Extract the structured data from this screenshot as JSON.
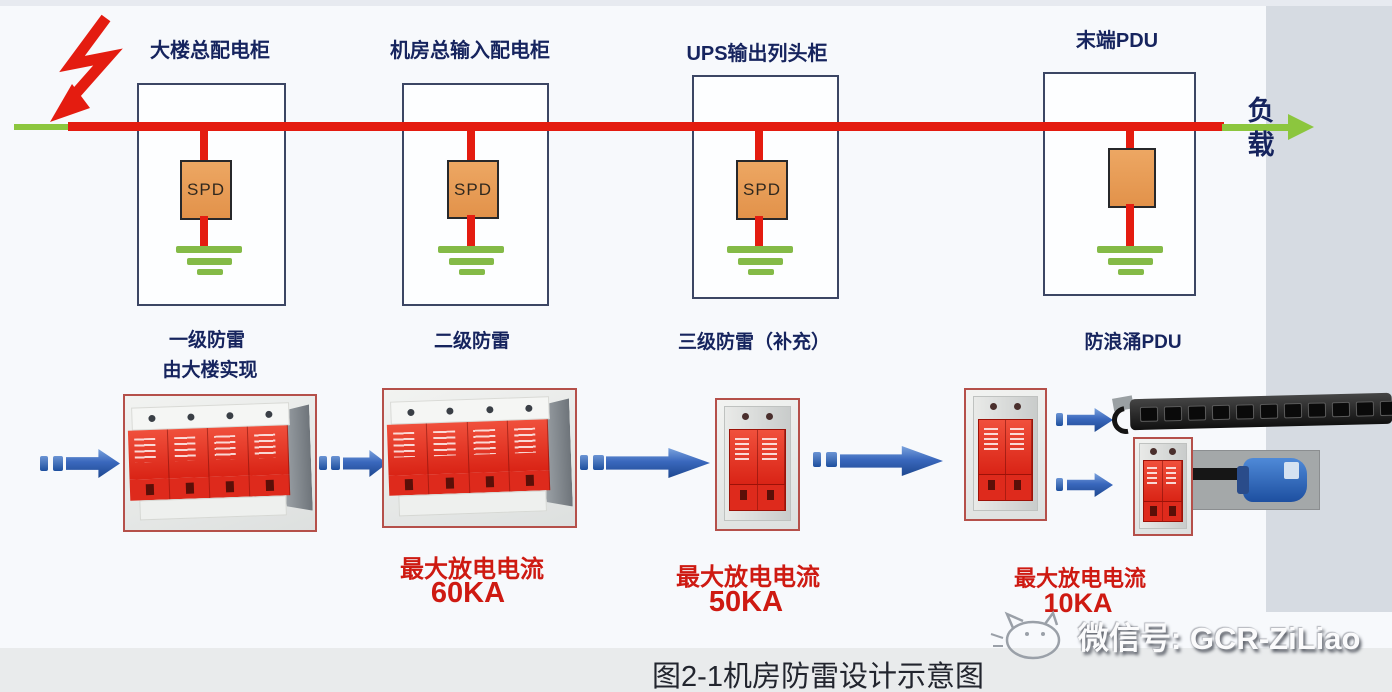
{
  "caption": "图2-1机房防雷设计示意图",
  "load_label": "负载",
  "spd_box_label": "SPD",
  "watermark": {
    "icon": "cat-sketch-icon",
    "text": "微信号: GCR-ZiLiao"
  },
  "stages": [
    {
      "cabinet_label": "大楼总配电柜",
      "protection_level": "一级防雷",
      "note": "由大楼实现"
    },
    {
      "cabinet_label": "机房总输入配电柜",
      "protection_level": "二级防雷",
      "rating_title": "最大放电电流",
      "rating_value": "60KA"
    },
    {
      "cabinet_label": "UPS输出列头柜",
      "protection_level": "三级防雷（补充）",
      "rating_title": "最大放电电流",
      "rating_value": "50KA"
    },
    {
      "cabinet_label": "末端PDU",
      "protection_level": "防浪涌PDU",
      "rating_title": "最大放电电流",
      "rating_value": "10KA"
    }
  ],
  "icons": {
    "lightning": "lightning-icon",
    "ground": "ground-icon",
    "flow_arrow": "flow-arrow-icon",
    "load_arrow": "load-arrow-icon",
    "watermark_logo": "cat-sketch-icon"
  },
  "colors": {
    "bus_red": "#e41c10",
    "bus_green": "#8cc63e",
    "spd_orange": "#e89b54",
    "label_navy": "#16245e",
    "rating_red": "#ce1a12",
    "arrow_blue": "#2a5cb8",
    "panel_grey": "#d6dbe2"
  }
}
